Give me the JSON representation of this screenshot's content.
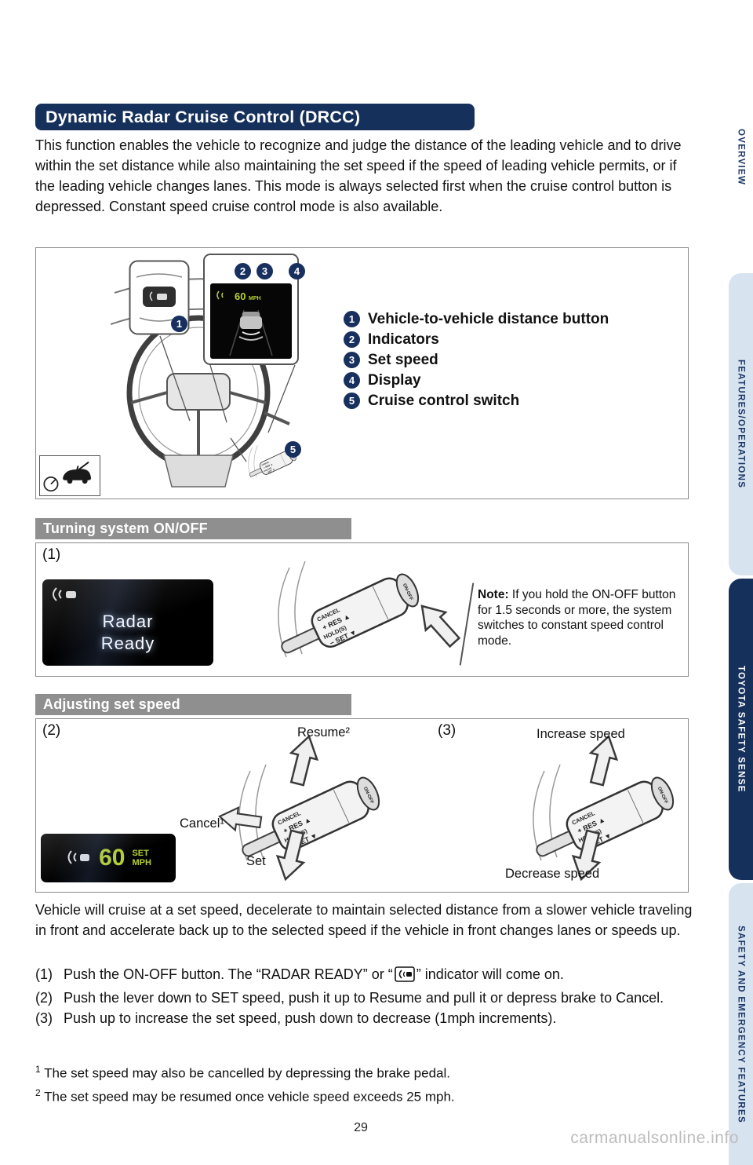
{
  "sidebar": {
    "tabs": [
      {
        "label": "OVERVIEW"
      },
      {
        "label": "FEATURES/OPERATIONS"
      },
      {
        "label": "TOYOTA SAFETY SENSE"
      },
      {
        "label": "SAFETY AND EMERGENCY FEATURES"
      }
    ]
  },
  "title": "Dynamic Radar Cruise Control (DRCC)",
  "intro": "This function enables the vehicle to recognize and judge the distance of the leading vehicle and to drive within the set distance while also maintaining the set speed if the speed of leading vehicle permits, or if the leading vehicle changes lanes. This mode is always selected first when the cruise control button is depressed. Constant speed cruise control mode is also available.",
  "figure": {
    "legend": [
      {
        "num": "1",
        "label": "Vehicle-to-vehicle distance button"
      },
      {
        "num": "2",
        "label": "Indicators"
      },
      {
        "num": "3",
        "label": "Set speed"
      },
      {
        "num": "4",
        "label": "Display"
      },
      {
        "num": "5",
        "label": "Cruise control switch"
      }
    ],
    "badges": {
      "b1": "1",
      "b2": "2",
      "b3": "3",
      "b4": "4",
      "b5": "5"
    },
    "cluster": {
      "speed": "60",
      "unit": "MPH"
    }
  },
  "stalk": {
    "cancel": "CANCEL",
    "res": "+ RES ▲",
    "hold": "HOLD(S)",
    "set": "− SET ▼",
    "onoff": "ON-OFF"
  },
  "on_off": {
    "header": "Turning system ON/OFF",
    "step_label": "(1)",
    "display_line1": "Radar",
    "display_line2": "Ready",
    "note_label": "Note:",
    "note_text": " If you hold the ON-OFF button for 1.5 seconds or more, the system switches to constant speed control mode."
  },
  "adjust": {
    "header": "Adjusting set speed",
    "step2_label": "(2)",
    "step3_label": "(3)",
    "resume": "Resume²",
    "cancel": "Cancel¹",
    "set": "Set",
    "increase": "Increase speed",
    "decrease": "Decrease speed",
    "display": {
      "speed": "60",
      "set": "SET",
      "unit": "MPH"
    }
  },
  "description": "Vehicle will cruise at a set speed, decelerate to maintain selected distance from a slower vehicle traveling in front and accelerate back up to the selected speed if the vehicle in front changes lanes or speeds up.",
  "steps": [
    {
      "num": "(1)",
      "pre": "Push the ON-OFF button. The “RADAR READY” or “",
      "post": "” indicator will come on."
    },
    {
      "num": "(2)",
      "text": "Push the lever down to SET speed, push it up to Resume and pull it or depress brake to Cancel."
    },
    {
      "num": "(3)",
      "text": "Push up to increase the set speed, push down to decrease (1mph increments)."
    }
  ],
  "footnotes": [
    {
      "marker": "1",
      "text": " The set speed may also be cancelled by depressing the brake pedal."
    },
    {
      "marker": "2",
      "text": " The set speed may be resumed once vehicle speed exceeds 25 mph."
    }
  ],
  "page_number": "29",
  "watermark": "carmanualsonline.info"
}
